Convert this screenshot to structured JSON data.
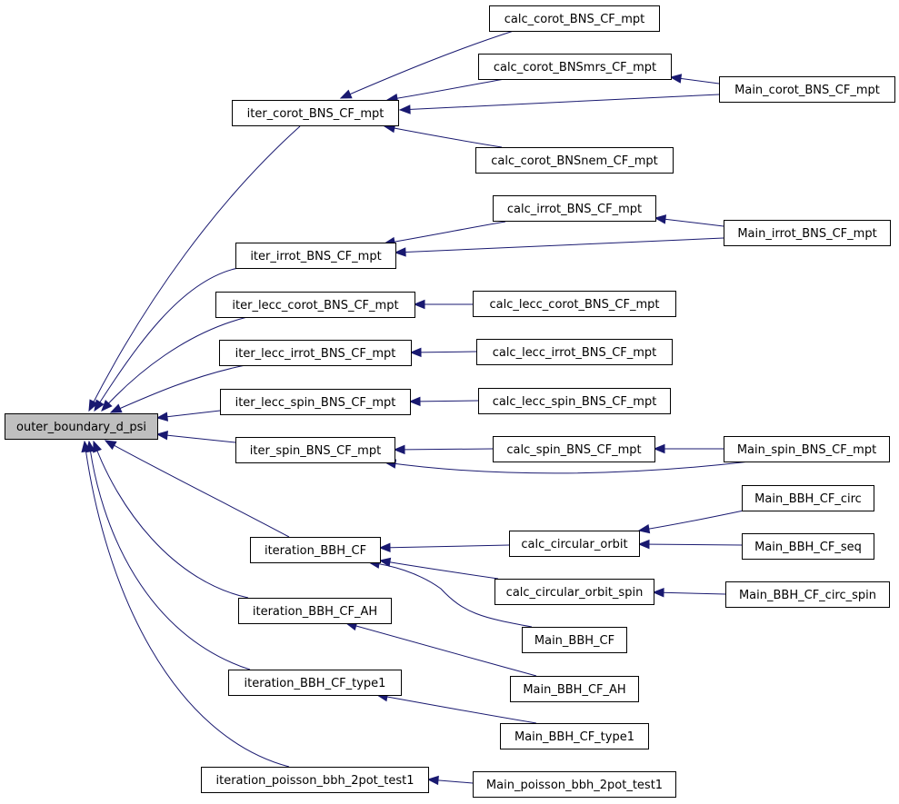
{
  "diagram": {
    "root": "outer_boundary_d_psi",
    "nodes": [
      {
        "id": "outer_boundary_d_psi",
        "label": "outer_boundary_d_psi",
        "highlight": true
      },
      {
        "id": "iter_corot_BNS_CF_mpt",
        "label": "iter_corot_BNS_CF_mpt"
      },
      {
        "id": "iter_irrot_BNS_CF_mpt",
        "label": "iter_irrot_BNS_CF_mpt"
      },
      {
        "id": "iter_lecc_corot_BNS_CF_mpt",
        "label": "iter_lecc_corot_BNS_CF_mpt"
      },
      {
        "id": "iter_lecc_irrot_BNS_CF_mpt",
        "label": "iter_lecc_irrot_BNS_CF_mpt"
      },
      {
        "id": "iter_lecc_spin_BNS_CF_mpt",
        "label": "iter_lecc_spin_BNS_CF_mpt"
      },
      {
        "id": "iter_spin_BNS_CF_mpt",
        "label": "iter_spin_BNS_CF_mpt"
      },
      {
        "id": "iteration_BBH_CF",
        "label": "iteration_BBH_CF"
      },
      {
        "id": "iteration_BBH_CF_AH",
        "label": "iteration_BBH_CF_AH"
      },
      {
        "id": "iteration_BBH_CF_type1",
        "label": "iteration_BBH_CF_type1"
      },
      {
        "id": "iteration_poisson_bbh_2pot_test1",
        "label": "iteration_poisson_bbh_2pot_test1"
      },
      {
        "id": "calc_corot_BNS_CF_mpt",
        "label": "calc_corot_BNS_CF_mpt"
      },
      {
        "id": "calc_corot_BNSmrs_CF_mpt",
        "label": "calc_corot_BNSmrs_CF_mpt"
      },
      {
        "id": "calc_corot_BNSnem_CF_mpt",
        "label": "calc_corot_BNSnem_CF_mpt"
      },
      {
        "id": "calc_irrot_BNS_CF_mpt",
        "label": "calc_irrot_BNS_CF_mpt"
      },
      {
        "id": "calc_lecc_corot_BNS_CF_mpt",
        "label": "calc_lecc_corot_BNS_CF_mpt"
      },
      {
        "id": "calc_lecc_irrot_BNS_CF_mpt",
        "label": "calc_lecc_irrot_BNS_CF_mpt"
      },
      {
        "id": "calc_lecc_spin_BNS_CF_mpt",
        "label": "calc_lecc_spin_BNS_CF_mpt"
      },
      {
        "id": "calc_spin_BNS_CF_mpt",
        "label": "calc_spin_BNS_CF_mpt"
      },
      {
        "id": "calc_circular_orbit",
        "label": "calc_circular_orbit"
      },
      {
        "id": "calc_circular_orbit_spin",
        "label": "calc_circular_orbit_spin"
      },
      {
        "id": "Main_BBH_CF",
        "label": "Main_BBH_CF"
      },
      {
        "id": "Main_BBH_CF_AH",
        "label": "Main_BBH_CF_AH"
      },
      {
        "id": "Main_BBH_CF_type1",
        "label": "Main_BBH_CF_type1"
      },
      {
        "id": "Main_poisson_bbh_2pot_test1",
        "label": "Main_poisson_bbh_2pot_test1"
      },
      {
        "id": "Main_corot_BNS_CF_mpt",
        "label": "Main_corot_BNS_CF_mpt"
      },
      {
        "id": "Main_irrot_BNS_CF_mpt",
        "label": "Main_irrot_BNS_CF_mpt"
      },
      {
        "id": "Main_spin_BNS_CF_mpt",
        "label": "Main_spin_BNS_CF_mpt"
      },
      {
        "id": "Main_BBH_CF_circ",
        "label": "Main_BBH_CF_circ"
      },
      {
        "id": "Main_BBH_CF_seq",
        "label": "Main_BBH_CF_seq"
      },
      {
        "id": "Main_BBH_CF_circ_spin",
        "label": "Main_BBH_CF_circ_spin"
      }
    ],
    "edges": [
      {
        "from": "iter_corot_BNS_CF_mpt",
        "to": "outer_boundary_d_psi"
      },
      {
        "from": "iter_irrot_BNS_CF_mpt",
        "to": "outer_boundary_d_psi"
      },
      {
        "from": "iter_lecc_corot_BNS_CF_mpt",
        "to": "outer_boundary_d_psi"
      },
      {
        "from": "iter_lecc_irrot_BNS_CF_mpt",
        "to": "outer_boundary_d_psi"
      },
      {
        "from": "iter_lecc_spin_BNS_CF_mpt",
        "to": "outer_boundary_d_psi"
      },
      {
        "from": "iter_spin_BNS_CF_mpt",
        "to": "outer_boundary_d_psi"
      },
      {
        "from": "iteration_BBH_CF",
        "to": "outer_boundary_d_psi"
      },
      {
        "from": "iteration_BBH_CF_AH",
        "to": "outer_boundary_d_psi"
      },
      {
        "from": "iteration_BBH_CF_type1",
        "to": "outer_boundary_d_psi"
      },
      {
        "from": "iteration_poisson_bbh_2pot_test1",
        "to": "outer_boundary_d_psi"
      },
      {
        "from": "calc_corot_BNS_CF_mpt",
        "to": "iter_corot_BNS_CF_mpt"
      },
      {
        "from": "calc_corot_BNSmrs_CF_mpt",
        "to": "iter_corot_BNS_CF_mpt"
      },
      {
        "from": "Main_corot_BNS_CF_mpt",
        "to": "iter_corot_BNS_CF_mpt"
      },
      {
        "from": "calc_corot_BNSnem_CF_mpt",
        "to": "iter_corot_BNS_CF_mpt"
      },
      {
        "from": "Main_corot_BNS_CF_mpt",
        "to": "calc_corot_BNSmrs_CF_mpt"
      },
      {
        "from": "calc_irrot_BNS_CF_mpt",
        "to": "iter_irrot_BNS_CF_mpt"
      },
      {
        "from": "Main_irrot_BNS_CF_mpt",
        "to": "iter_irrot_BNS_CF_mpt"
      },
      {
        "from": "Main_irrot_BNS_CF_mpt",
        "to": "calc_irrot_BNS_CF_mpt"
      },
      {
        "from": "calc_lecc_corot_BNS_CF_mpt",
        "to": "iter_lecc_corot_BNS_CF_mpt"
      },
      {
        "from": "calc_lecc_irrot_BNS_CF_mpt",
        "to": "iter_lecc_irrot_BNS_CF_mpt"
      },
      {
        "from": "calc_lecc_spin_BNS_CF_mpt",
        "to": "iter_lecc_spin_BNS_CF_mpt"
      },
      {
        "from": "calc_spin_BNS_CF_mpt",
        "to": "iter_spin_BNS_CF_mpt"
      },
      {
        "from": "Main_spin_BNS_CF_mpt",
        "to": "iter_spin_BNS_CF_mpt"
      },
      {
        "from": "Main_spin_BNS_CF_mpt",
        "to": "calc_spin_BNS_CF_mpt"
      },
      {
        "from": "calc_circular_orbit",
        "to": "iteration_BBH_CF"
      },
      {
        "from": "calc_circular_orbit_spin",
        "to": "iteration_BBH_CF"
      },
      {
        "from": "Main_BBH_CF",
        "to": "iteration_BBH_CF"
      },
      {
        "from": "Main_BBH_CF_circ",
        "to": "calc_circular_orbit"
      },
      {
        "from": "Main_BBH_CF_seq",
        "to": "calc_circular_orbit"
      },
      {
        "from": "Main_BBH_CF_circ_spin",
        "to": "calc_circular_orbit_spin"
      },
      {
        "from": "Main_BBH_CF_AH",
        "to": "iteration_BBH_CF_AH"
      },
      {
        "from": "Main_BBH_CF_type1",
        "to": "iteration_BBH_CF_type1"
      },
      {
        "from": "Main_poisson_bbh_2pot_test1",
        "to": "iteration_poisson_bbh_2pot_test1"
      }
    ]
  },
  "colors": {
    "edge": "#191970",
    "root_fill": "#bfbfbf",
    "node_fill": "#ffffff",
    "node_border": "#000000"
  }
}
